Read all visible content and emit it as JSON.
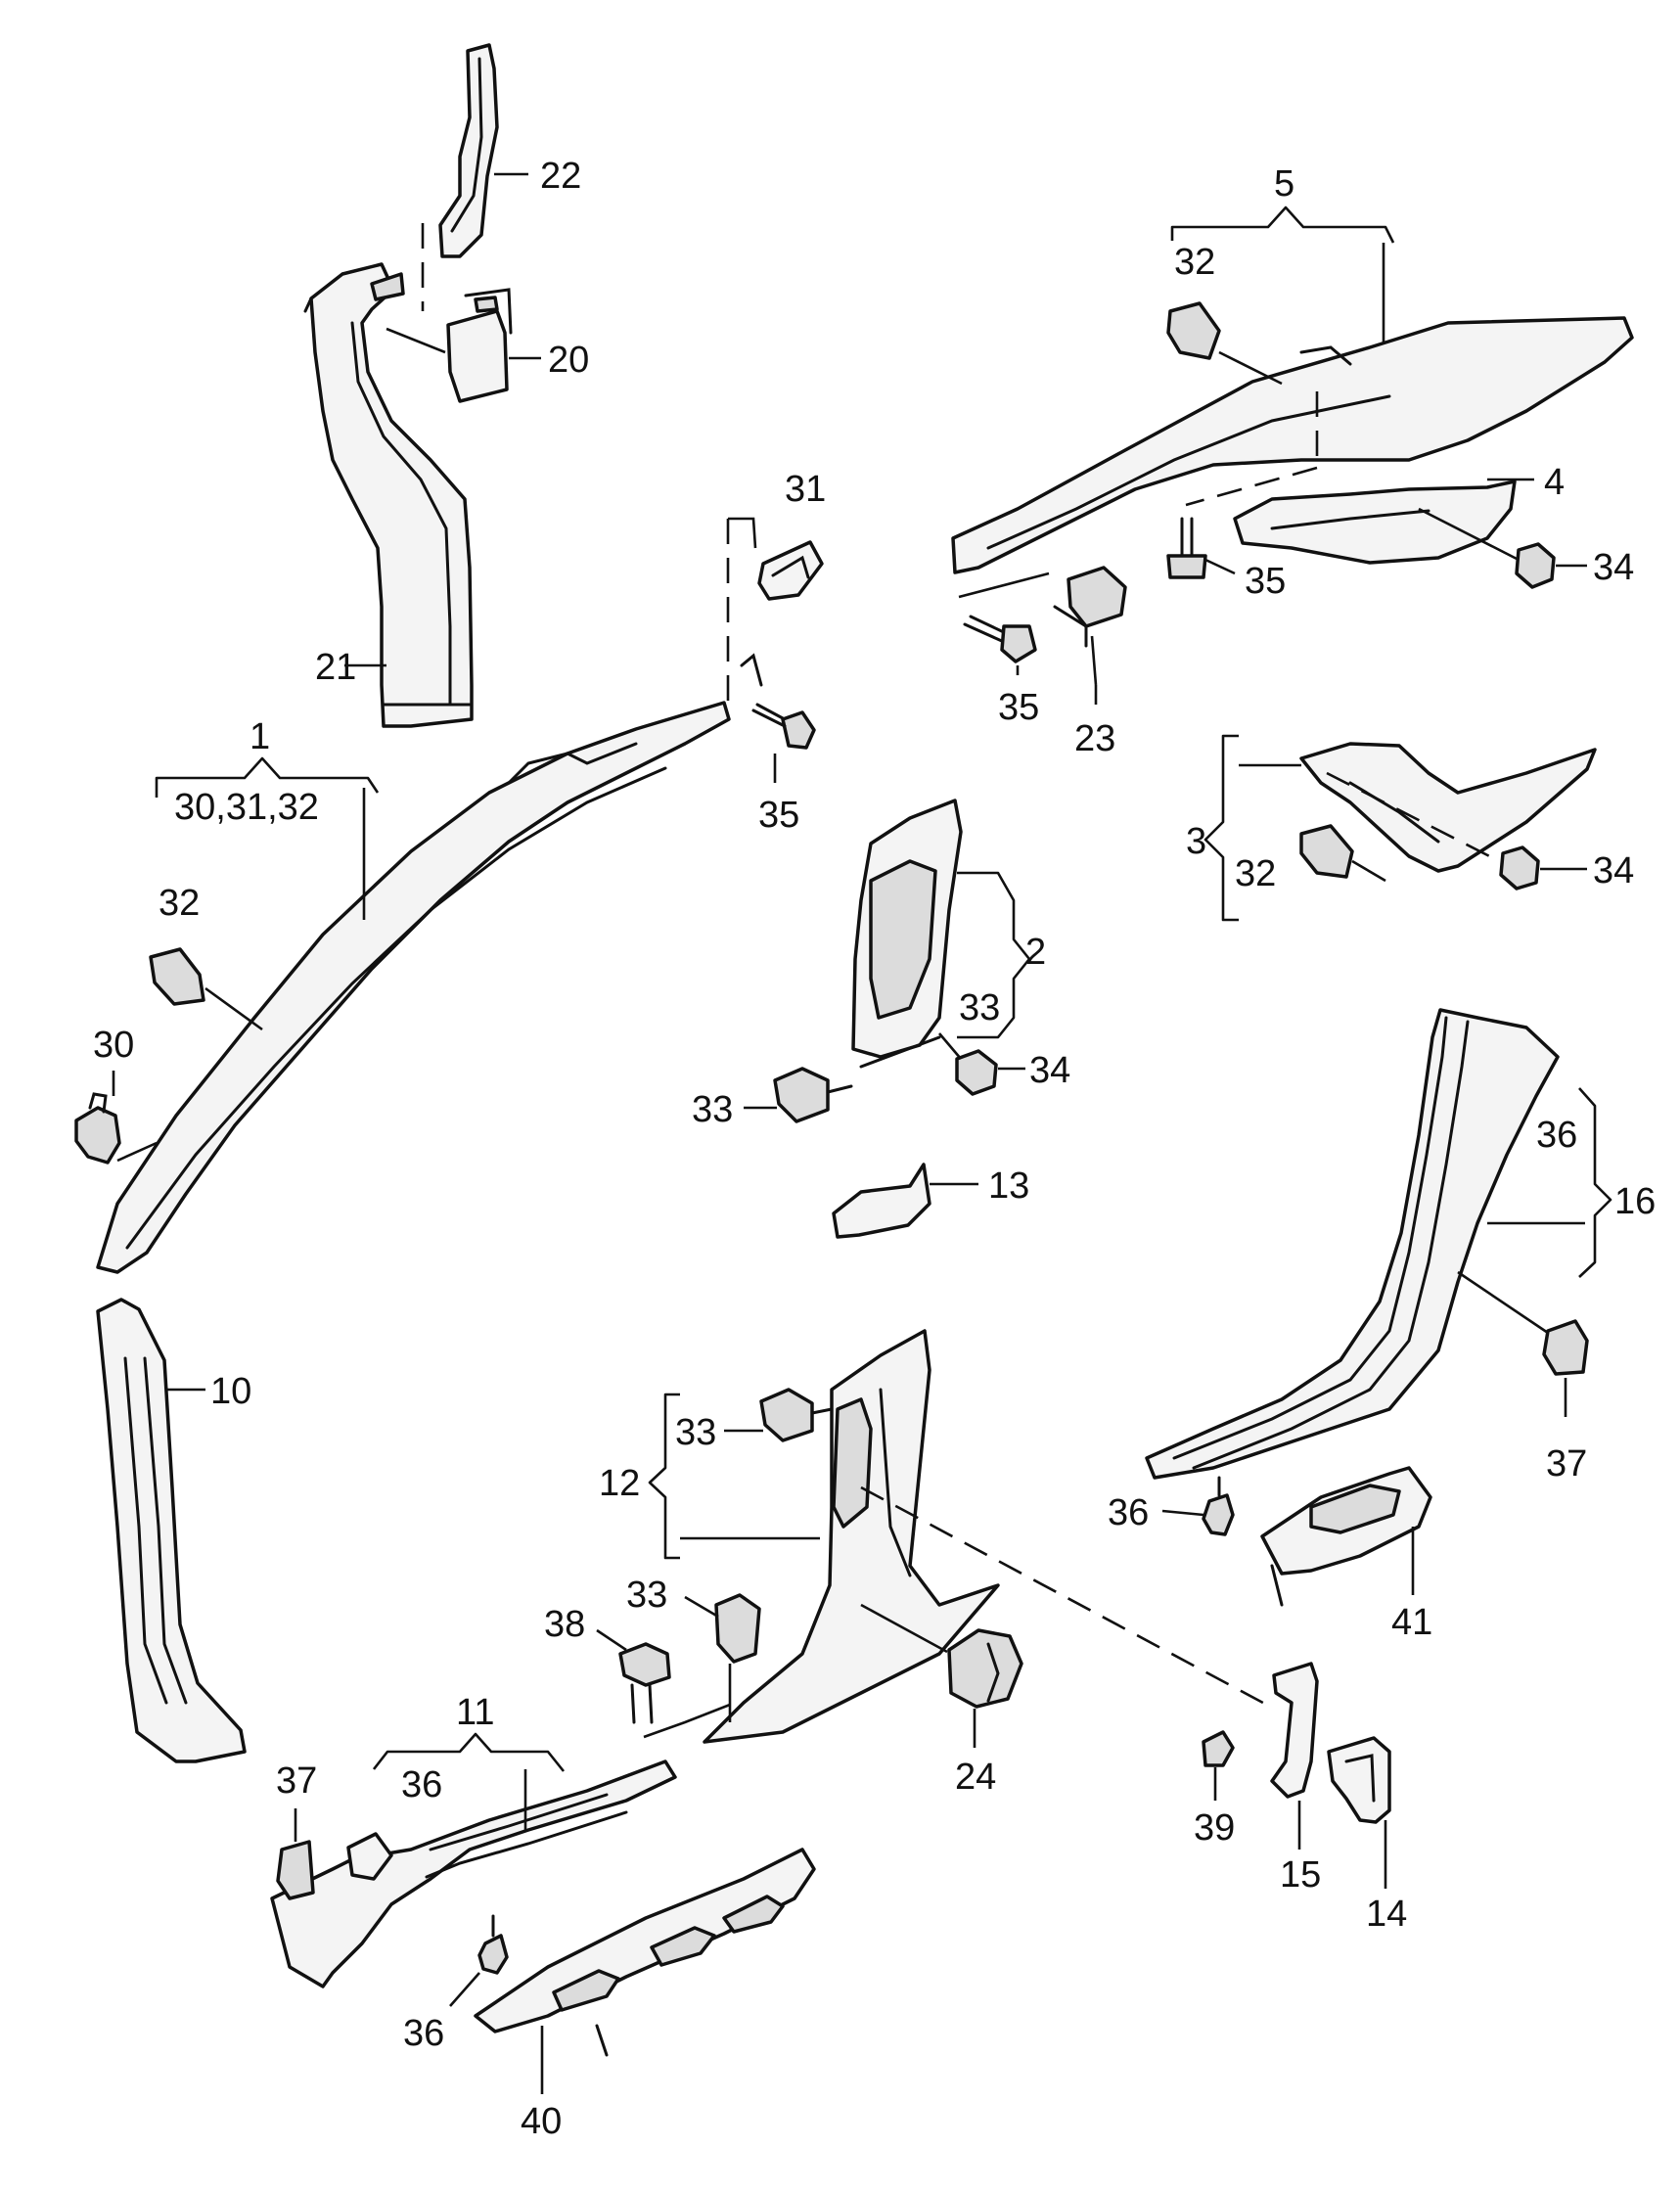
{
  "labels": {
    "l1": "1",
    "l1_sub": "30,31,32",
    "l2": "2",
    "l3": "3",
    "l4": "4",
    "l5": "5",
    "l10": "10",
    "l11": "11",
    "l11_sub": "36",
    "l12": "12",
    "l13": "13",
    "l14": "14",
    "l15": "15",
    "l16": "16",
    "l20": "20",
    "l21": "21",
    "l22": "22",
    "l23": "23",
    "l24": "24",
    "l30": "30",
    "l31": "31",
    "l32a": "32",
    "l32b": "32",
    "l32c": "32",
    "l33a": "33",
    "l33b": "33",
    "l33c": "33",
    "l33d": "33",
    "l34a": "34",
    "l34b": "34",
    "l34c": "34",
    "l35a": "35",
    "l35b": "35",
    "l35c": "35",
    "l36a": "36",
    "l36b": "36",
    "l36c": "36",
    "l37a": "37",
    "l37b": "37",
    "l38": "38",
    "l39": "39",
    "l40": "40",
    "l41": "41"
  }
}
